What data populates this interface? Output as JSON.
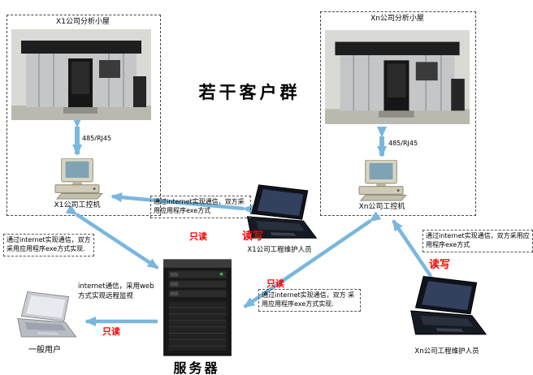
{
  "title": "若干客户群",
  "clusters": {
    "left": {
      "hut_label": "X1公司分析小屋",
      "bus_label": "485/RJ45",
      "pc_label": "X1公司工控机"
    },
    "right": {
      "hut_label": "Xn公司分析小屋",
      "bus_label": "485/RJ45",
      "pc_label": "Xn公司工控机"
    }
  },
  "nodes": {
    "maintainer1": "X1公司工程维护人员",
    "maintainer_n": "Xn公司工程维护人员",
    "server": "服务器",
    "general_user": "一般用户"
  },
  "notes": {
    "center": "通过internet实现通信，双方采用应用程序exe方式",
    "left": "通过internet实现通信，双方采用应用程序exe方式实现.",
    "right": "通过internet实现通信，双方采用应用程序exe方式",
    "server_right": "通过internet实现通信，双方 采用应用程序exe方式实现.",
    "web": "internet通信，采用web方式实现远程监视"
  },
  "access": {
    "read_only": "只读",
    "read_write": "读写"
  },
  "colors": {
    "arrow": "#79b7dd",
    "access_label": "#ff0000",
    "note_border": "#555555"
  }
}
